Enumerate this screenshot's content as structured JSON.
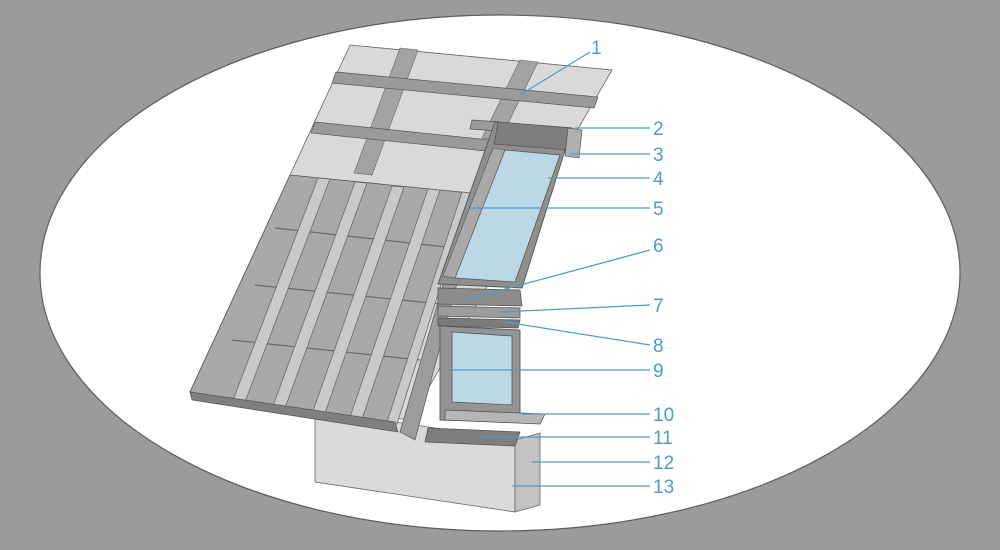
{
  "colors": {
    "background": "#9b9b9b",
    "oval": "#ffffff",
    "callout": "#4f9cc9",
    "glass": "#bcd8e4",
    "tile": "#a7a7a7",
    "tile_dark": "#8c8c8c",
    "sheathing": "#d7d7d7",
    "batten": "#9a9a9a",
    "frame": "#8f8f8f",
    "wall": "#dadada"
  },
  "callouts": [
    {
      "label": "1",
      "target": "roof-batten"
    },
    {
      "label": "2",
      "target": "top-flashing"
    },
    {
      "label": "3",
      "target": "roof-window-sash"
    },
    {
      "label": "4",
      "target": "roof-window-glass"
    },
    {
      "label": "5",
      "target": "roof-window-frame"
    },
    {
      "label": "6",
      "target": "connecting-profile"
    },
    {
      "label": "7",
      "target": "transom-flashing"
    },
    {
      "label": "8",
      "target": "transom-seal"
    },
    {
      "label": "9",
      "target": "vertical-window-glass"
    },
    {
      "label": "10",
      "target": "window-sill-flashing"
    },
    {
      "label": "11",
      "target": "external-sill"
    },
    {
      "label": "12",
      "target": "wall-face"
    },
    {
      "label": "13",
      "target": "wall-corner"
    }
  ]
}
